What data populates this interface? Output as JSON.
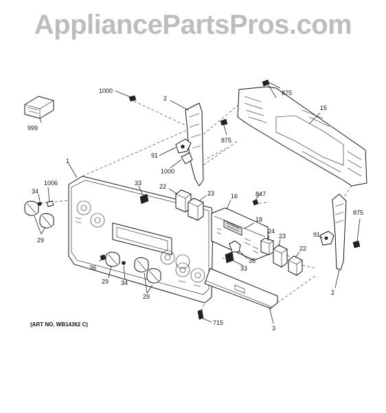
{
  "watermark": "AppliancePartsPros.com",
  "art_number": "(ART NO. WB14362 C)",
  "callouts": {
    "c1000a": "1000",
    "c999": "999",
    "c2a": "2",
    "c91a": "91",
    "c1000b": "1000",
    "c875a": "875",
    "c875b": "875",
    "c15": "15",
    "c1": "1",
    "c34a": "34",
    "c1006": "1006",
    "c29a": "29",
    "c33a": "33",
    "c22a": "22",
    "c23a": "23",
    "c16": "16",
    "c847": "847",
    "c18": "18",
    "c24": "24",
    "c23b": "23",
    "c35": "35",
    "c33b": "33",
    "c22b": "22",
    "c91b": "91",
    "c875c": "875",
    "c2b": "2",
    "c36": "36",
    "c29b": "29",
    "c34b": "34",
    "c29c": "29",
    "c715": "715",
    "c3": "3"
  }
}
